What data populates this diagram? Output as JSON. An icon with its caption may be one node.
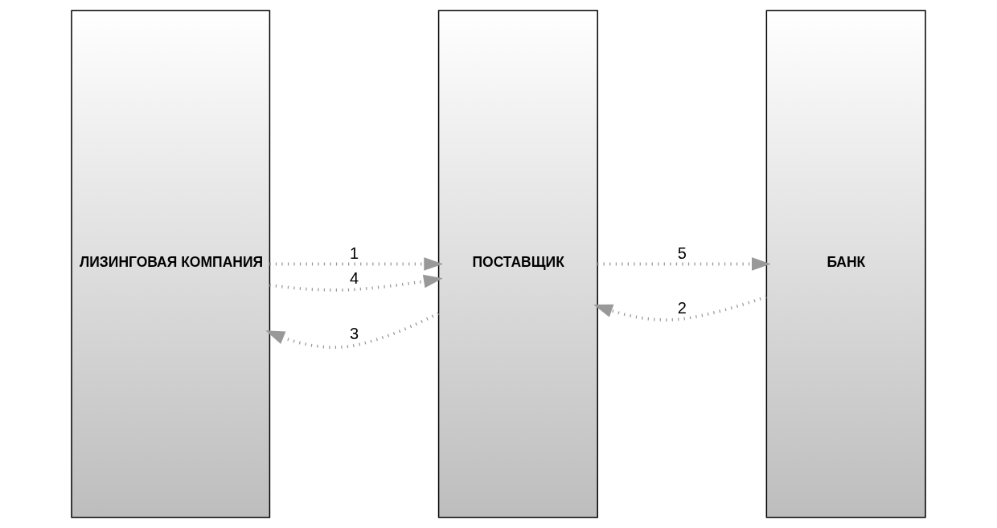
{
  "diagram": {
    "nodes": [
      {
        "text": [
          "ЛИЗИНГОВАЯ КОМПАНИЯ"
        ]
      },
      {
        "text": [
          "ПОСТАВЩИК"
        ]
      },
      {
        "text": [
          "БАНК"
        ]
      }
    ],
    "edges": [
      {
        "from": 0,
        "to": 1,
        "arrow": "to",
        "label": "1"
      },
      {
        "from": 2,
        "to": 1,
        "arrow": "to",
        "label": "2"
      },
      {
        "from": 1,
        "to": 0,
        "arrow": "to",
        "label": "3"
      },
      {
        "from": 0,
        "to": 1,
        "arrow": "to",
        "label": "4"
      },
      {
        "from": 1,
        "to": 2,
        "arrow": "to",
        "label": "5"
      }
    ]
  }
}
